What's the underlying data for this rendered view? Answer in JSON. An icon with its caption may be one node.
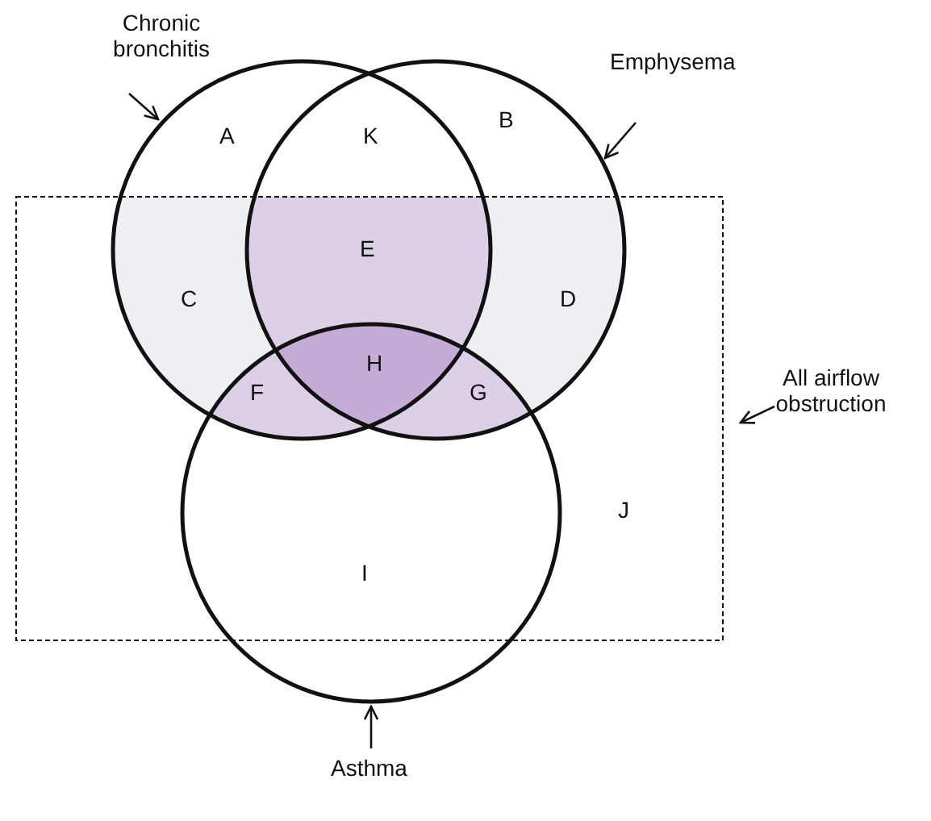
{
  "diagram": {
    "nodes": [
      {
        "text": [
          "Chronic bronchitis"
        ]
      },
      {
        "text": [],
        "shape": "circle"
      },
      {
        "text": [
          "Emphysema"
        ]
      },
      {
        "text": [],
        "shape": "circle"
      },
      {
        "text": [
          "All airflow obstruction"
        ]
      },
      {
        "text": [],
        "shape": "box"
      },
      {
        "text": [],
        "shape": "circle"
      },
      {
        "text": [
          "Asthma"
        ]
      }
    ],
    "edges": [
      {
        "from": 0,
        "to": 1,
        "arrow": "to"
      },
      {
        "from": 2,
        "to": 3,
        "arrow": "to"
      },
      {
        "from": 4,
        "to": 5,
        "arrow": "to"
      },
      {
        "from": 7,
        "to": 6,
        "arrow": "to"
      }
    ],
    "labels": [
      "A",
      "K",
      "B",
      "E",
      "C",
      "D",
      "H",
      "F",
      "G",
      "I",
      "J"
    ]
  }
}
